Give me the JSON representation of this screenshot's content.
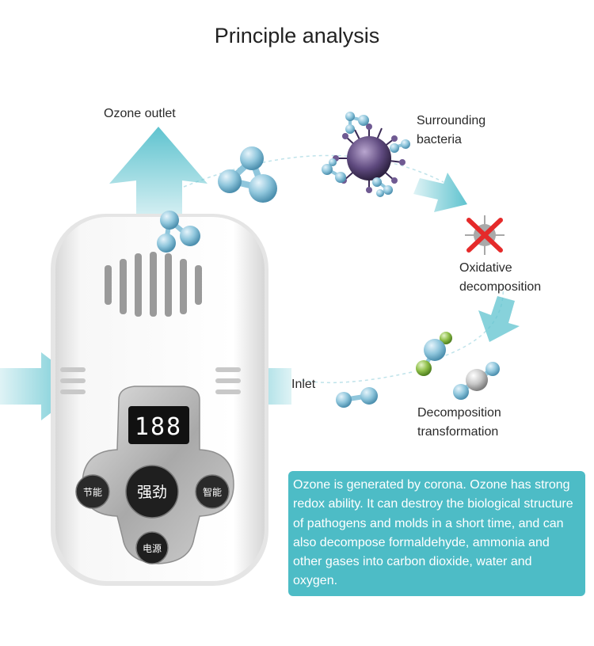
{
  "title": "Principle analysis",
  "labels": {
    "ozone_outlet": "Ozone outlet",
    "surrounding_bacteria_line1": "Surrounding",
    "surrounding_bacteria_line2": "bacteria",
    "oxidative_line1": "Oxidative",
    "oxidative_line2": "decomposition",
    "inlet": "Inlet",
    "decomposition_line1": "Decomposition",
    "decomposition_line2": "transformation"
  },
  "device": {
    "display": "188",
    "buttons": {
      "energy_saving": "节能",
      "strong": "强劲",
      "smart": "智能",
      "power": "电源"
    }
  },
  "description": "Ozone is generated by corona. Ozone has strong redox ability. It can destroy the biological structure of pathogens and molds in a short time, and can also decompose formaldehyde, ammonia and other gases into carbon dioxide, water and oxygen.",
  "colors": {
    "arrow": "#5fc3cf",
    "description_bg": "#4dbcc6",
    "molecule_blue": "#8fc6dc",
    "molecule_green": "#8fbf4a",
    "cross_red": "#e52a2a"
  }
}
